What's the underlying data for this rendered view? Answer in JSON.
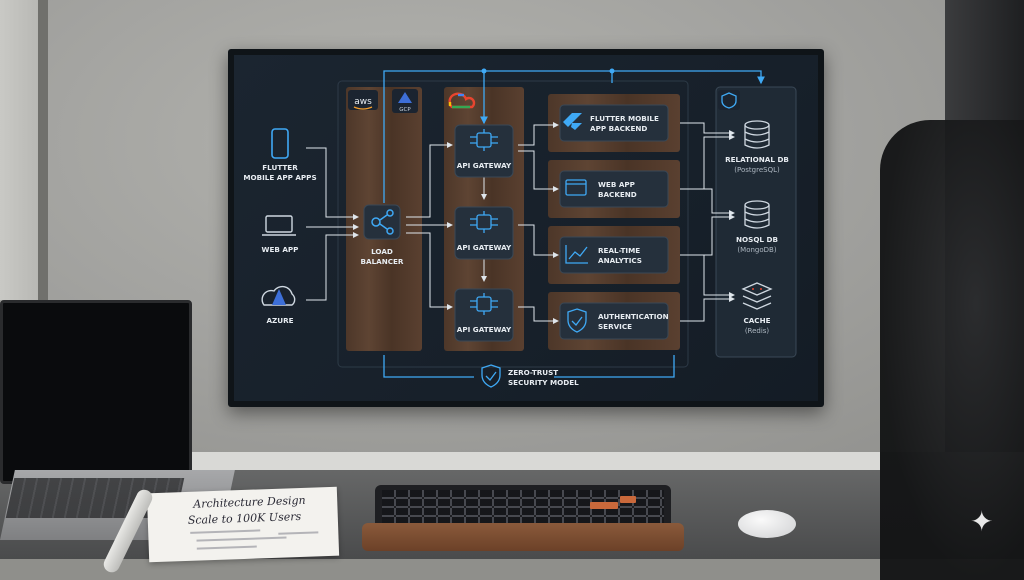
{
  "diagram": {
    "clients": [
      {
        "label_1": "FLUTTER",
        "label_2": "MOBILE APP APPS",
        "icon": "phone-icon"
      },
      {
        "label_1": "WEB APP",
        "icon": "laptop-icon"
      },
      {
        "label_1": "AZURE",
        "icon": "azure-cloud-icon"
      }
    ],
    "cloud_badges": {
      "aws": "aws",
      "gcp": "GCP"
    },
    "load_balancer": {
      "line_1": "LOAD",
      "line_2": "BALANCER"
    },
    "gateways": [
      "API GATEWAY",
      "API GATEWAY",
      "API GATEWAY"
    ],
    "services": [
      {
        "line_1": "FLUTTER MOBILE",
        "line_2": "APP BACKEND",
        "icon": "flutter-icon"
      },
      {
        "line_1": "WEB APP",
        "line_2": "BACKEND",
        "icon": "browser-window-icon"
      },
      {
        "line_1": "REAL-TIME",
        "line_2": "ANALYTICS",
        "icon": "chart-icon"
      },
      {
        "line_1": "AUTHENTICATION",
        "line_2": "SERVICE",
        "icon": "shield-check-icon"
      }
    ],
    "stores": [
      {
        "title": "RELATIONAL DB",
        "sub": "(PostgreSQL)",
        "icon": "database-icon"
      },
      {
        "title": "NOSQL DB",
        "sub": "(MongoDB)",
        "icon": "database-icon"
      },
      {
        "title": "CACHE",
        "sub": "(Redis)",
        "icon": "cache-stack-icon"
      }
    ],
    "security": {
      "line_1": "ZERO-TRUST",
      "line_2": "SECURITY MODEL",
      "icon": "shield-check-icon"
    }
  },
  "notepad": {
    "line_1": "Architecture Design",
    "line_2": "Scale to 100K Users"
  },
  "colors": {
    "accent": "#3fa9f5",
    "panel_wood": "#5a4232",
    "screen_bg": "#18212b",
    "node_bg": "#25303c"
  }
}
